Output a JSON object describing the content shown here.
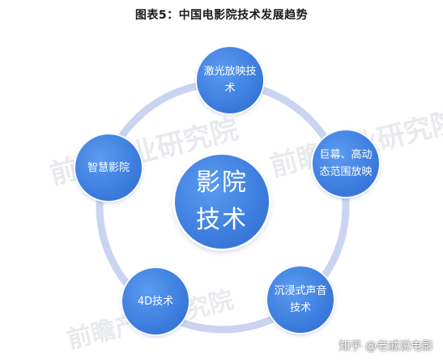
{
  "title": "图表5：中国电影院技术发展趋势",
  "center": {
    "label": "影院\n技术"
  },
  "nodes": [
    {
      "id": "laser",
      "label": "激光放映技\n术"
    },
    {
      "id": "giant-screen",
      "label": "巨幕、高动\n态范围放映"
    },
    {
      "id": "immersive-sound",
      "label": "沉浸式声音\n技术"
    },
    {
      "id": "4d",
      "label": "4D技术"
    },
    {
      "id": "smart-cinema",
      "label": "智慧影院"
    }
  ],
  "watermark": {
    "text": "前瞻产业研究院"
  },
  "credit": {
    "text": "知乎 @老戚说电影"
  },
  "colors": {
    "node_fill": "#3f7fe0",
    "ring": "#c9d4f0",
    "title": "#1a1a1a"
  }
}
